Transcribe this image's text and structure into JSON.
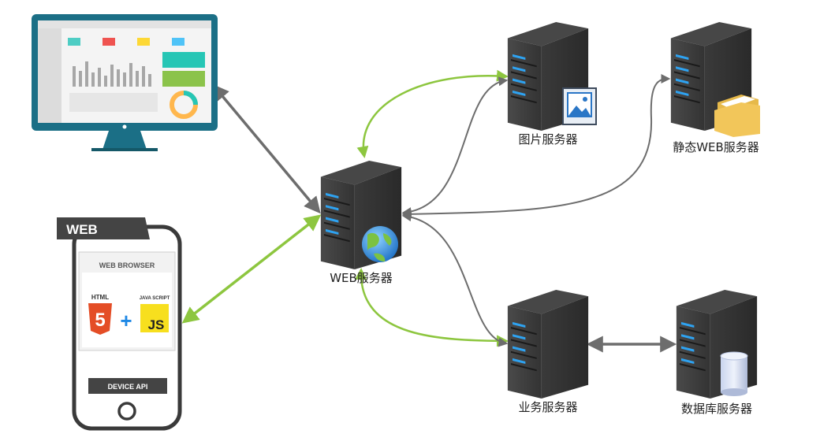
{
  "phone": {
    "web_tag": "WEB",
    "browser_title": "WEB BROWSER",
    "html_label": "HTML",
    "html5_glyph": "5",
    "plus": "+",
    "js_caption": "JAVA SCRIPT",
    "js_label": "JS",
    "device_api": "DEVICE API"
  },
  "nodes": {
    "web_server": "WEB服务器",
    "image_server": "图片服务器",
    "static_server": "静态WEB服务器",
    "business_server": "业务服务器",
    "database_server": "数据库服务器"
  },
  "colors": {
    "green_arrow": "#8dc63f",
    "gray_arrow": "#6d6d6d",
    "server_dark": "#2f2f2f",
    "server_light": "#3d3d3d",
    "led_blue": "#2ea3f2",
    "monitor_teal": "#1b6f86",
    "html5_orange": "#e44d26",
    "js_yellow": "#f7df1e"
  }
}
